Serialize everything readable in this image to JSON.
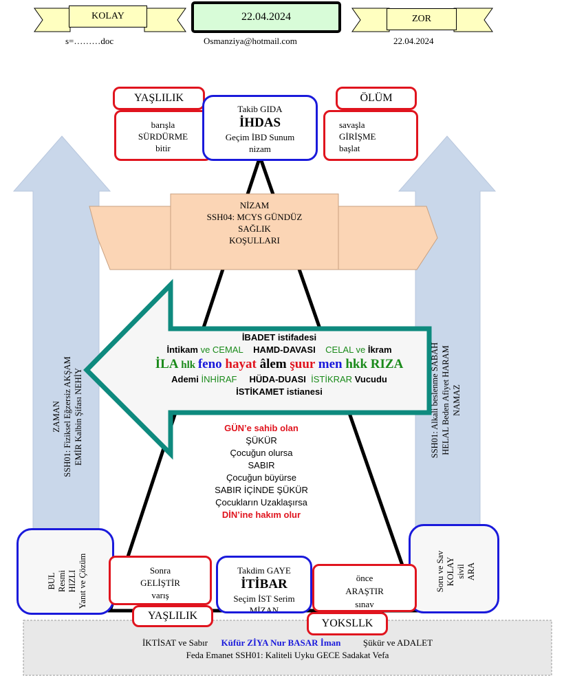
{
  "header": {
    "kolay_label": "KOLAY",
    "date_box": "22.04.2024",
    "zor_label": "ZOR",
    "doc_text": "s=………doc",
    "email": "Osmanziya@hotmail.com",
    "date_right": "22.04.2024"
  },
  "top": {
    "yaslilik": "YAŞLILIK",
    "olum": "ÖLÜM",
    "left_box": [
      "barışla",
      "SÜRDÜRME",
      "bitir"
    ],
    "right_box": [
      "savaşla",
      "GİRİŞME",
      "başlat"
    ],
    "center": {
      "line1": "Takib GIDA",
      "line2": "İHDAS",
      "line3": "Geçim İBD Sunum",
      "line4": "nizam"
    }
  },
  "scroll": {
    "line1": "NİZAM",
    "line2": "SSH04: MCYS  GÜNDÜZ",
    "line3": "SAĞLIK",
    "line4": "KOŞULLARI"
  },
  "left_arrow": {
    "line1": "ZAMAN",
    "line2": "SSH01: Fiziksel Eğzersiz AKŞAM",
    "line3": "EMİR  Kalbin Şifası     NEHİY"
  },
  "right_arrow": {
    "line1": "SSH01: Alkali beslenme SABAH",
    "line2": "HELAL Beden Afiyet HARAM",
    "line3": "NAMAZ"
  },
  "big_arrow": {
    "l1": "İBADET istifadesi",
    "l2": {
      "a": "İntikam",
      "b": " ve CEMAL",
      "c": "HAMD-DAVASI",
      "d": "CELAL",
      "e": " ve ",
      "f": "İkram"
    },
    "l3": {
      "a": "İLA",
      "b": " hlk ",
      "c": "feno",
      "d": " hayat ",
      "e": "âlem",
      "f": " şuur ",
      "g": "men",
      "h": " hkk ",
      "i": "RIZA"
    },
    "l4": {
      "a": "Ademi ",
      "b": "İNHİRAF",
      "c": "HÜDA-DUASI",
      "d": "İSTİKRAR",
      "e": " Vucudu"
    },
    "l5": "İSTİKAMET istianesi"
  },
  "middle_text": [
    "GÜN’e sahib olan",
    "ŞÜKÜR",
    "Çocuğun olursa",
    "SABIR",
    "Çocuğun büyürse",
    "SABIR İÇİNDE ŞÜKÜR",
    "Çocukların Uzaklaşırsa",
    "DİN’ine hakım olur"
  ],
  "bottom": {
    "left_blue": [
      "BUL",
      "Resmi",
      "HIZLI",
      "Yanıt ve Çözüm"
    ],
    "right_blue": [
      "Soru ve Sav",
      "KOLAY",
      "sivil",
      "ARA"
    ],
    "left_red": [
      "Sonra",
      "GELİŞTİR",
      "varış"
    ],
    "right_red": [
      "önce",
      "ARAŞTIR",
      "sınav"
    ],
    "center": {
      "line1": "Takdim GAYE",
      "line2": "İTİBAR",
      "line3": "Seçim İST Serim",
      "line4": "MİZAN"
    },
    "yaslilik": "YAŞLILIK",
    "yoksllk": "YOKSLLK"
  },
  "footer": {
    "l1": {
      "a": "İKTİSAT ve Sabır",
      "b": "Küfür  ZİYA  Nur  BASAR  İman",
      "c": "Şükür ve   ADALET"
    },
    "l2": "Feda Emanet SSH01: Kaliteli  Uyku  GECE Sadakat Vefa"
  },
  "colors": {
    "red": "#e0141e",
    "blue": "#1a1adb",
    "green": "#1a8a1a",
    "teal": "#0e8a7e",
    "arrow_fill": "#c9d7ea",
    "scroll_fill": "#fbd5b5"
  }
}
